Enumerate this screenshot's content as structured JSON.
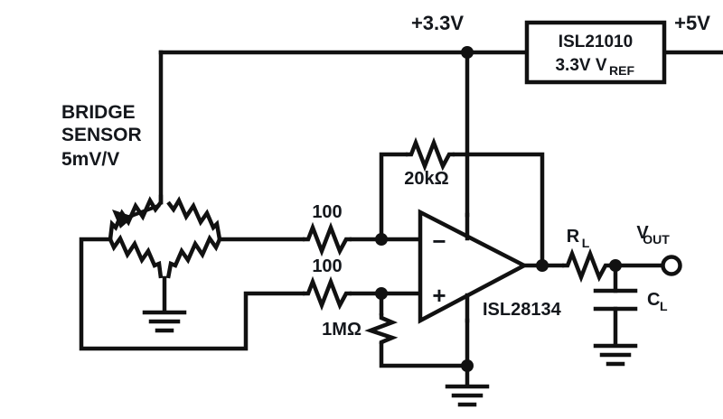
{
  "diagram": {
    "title": "Bridge sensor amplifier schematic",
    "background_color": "#ffffff",
    "line_color": "#111111",
    "text_color": "#14171c"
  },
  "labels": {
    "rail_33v": "+3.3V",
    "rail_5v": "+5V",
    "bridge_line1": "BRIDGE",
    "bridge_line2": "SENSOR",
    "bridge_line3": "5mV/V",
    "r_feedback": "20kΩ",
    "r_in_top": "100",
    "r_in_bottom": "100",
    "r_bias": "1MΩ",
    "r_load": "R",
    "r_load_sub": "L",
    "c_load": "C",
    "c_load_sub": "L",
    "vout": "V",
    "vout_sub": "OUT",
    "opamp_part": "ISL28134",
    "opamp_minus": "−",
    "opamp_plus": "+",
    "vref_line1": "ISL21010",
    "vref_line2_a": "3.3V V",
    "vref_line2_sub": "REF"
  },
  "components": [
    {
      "name": "voltage-reference",
      "label": "ISL21010 3.3V VREF",
      "type": "ic-box"
    },
    {
      "name": "bridge-sensor",
      "label": "BRIDGE SENSOR 5mV/V",
      "type": "wheatstone-bridge"
    },
    {
      "name": "operational-amplifier",
      "label": "ISL28134",
      "type": "opamp"
    },
    {
      "name": "feedback-resistor",
      "label": "20kΩ",
      "type": "resistor"
    },
    {
      "name": "input-resistor-inverting",
      "label": "100",
      "type": "resistor"
    },
    {
      "name": "input-resistor-noninverting",
      "label": "100",
      "type": "resistor"
    },
    {
      "name": "bias-resistor",
      "label": "1MΩ",
      "type": "resistor"
    },
    {
      "name": "load-resistor",
      "label": "RL",
      "type": "resistor"
    },
    {
      "name": "load-capacitor",
      "label": "CL",
      "type": "capacitor"
    },
    {
      "name": "output-terminal",
      "label": "VOUT",
      "type": "terminal"
    }
  ]
}
